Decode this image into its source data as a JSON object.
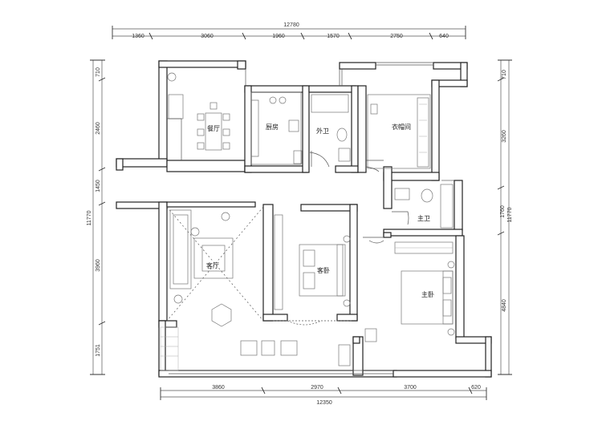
{
  "dims": {
    "top_total": "12780",
    "top": [
      "1360",
      "3060",
      "1960",
      "1570",
      "2750",
      "640"
    ],
    "bottom_total": "12350",
    "bottom": [
      "3860",
      "2970",
      "3700",
      "620"
    ],
    "left": [
      "710",
      "2460",
      "1450",
      "3960",
      "1751"
    ],
    "left_total": "11770",
    "right": [
      "710",
      "3260",
      "1760",
      "4840"
    ],
    "right_total": "11770"
  },
  "rooms": {
    "dining": "餐厅",
    "kitchen": "厨房",
    "guest_bath": "外卫",
    "closet": "衣帽间",
    "master_bath": "主卫",
    "living": "客厅",
    "guest_bed": "客卧",
    "master_bed": "主卧"
  }
}
